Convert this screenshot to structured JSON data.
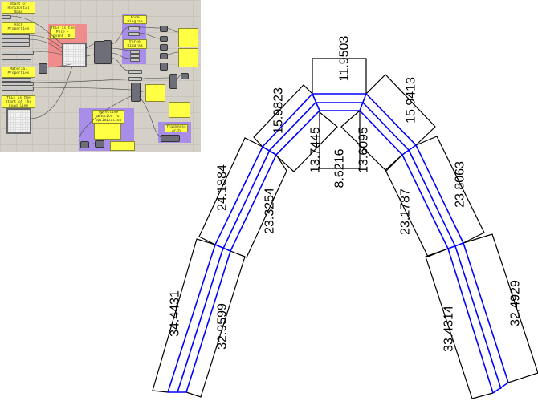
{
  "canvas_thumbnail": {
    "notes": {
      "horizontal_span": "Start of Horizontal Span",
      "arch_properties": "Arch Properties",
      "pole": "This is the Pole - point 'O'",
      "material": "Material Properties",
      "load_line": "This is the Start of the Load line",
      "form_diagram": "Form Diagram",
      "force_diagram": "Force Diagram",
      "objective": "Objective Function for Optimization",
      "thickness": "Thickness Arch"
    },
    "colors": {
      "note": "#ffff44",
      "group_purple": "#a88ee8",
      "group_red": "#f08c8c"
    }
  },
  "dimensions": {
    "top": "11.9503",
    "left_top": "15.9823",
    "right_top": "15.9413",
    "left_inner_top": "13.7445",
    "right_inner_top": "13.6095",
    "center": "8.6216",
    "left_mid_outer": "24.1884",
    "left_mid_inner": "23.3254",
    "right_mid_inner": "23.1787",
    "right_mid_outer": "23.8063",
    "left_low_outer": "34.4431",
    "left_low_inner": "32.9599",
    "right_low_inner": "33.4314",
    "right_low_outer": "32.4929"
  },
  "colors": {
    "thrust_line": "#0000ff",
    "dimension": "#000000"
  }
}
